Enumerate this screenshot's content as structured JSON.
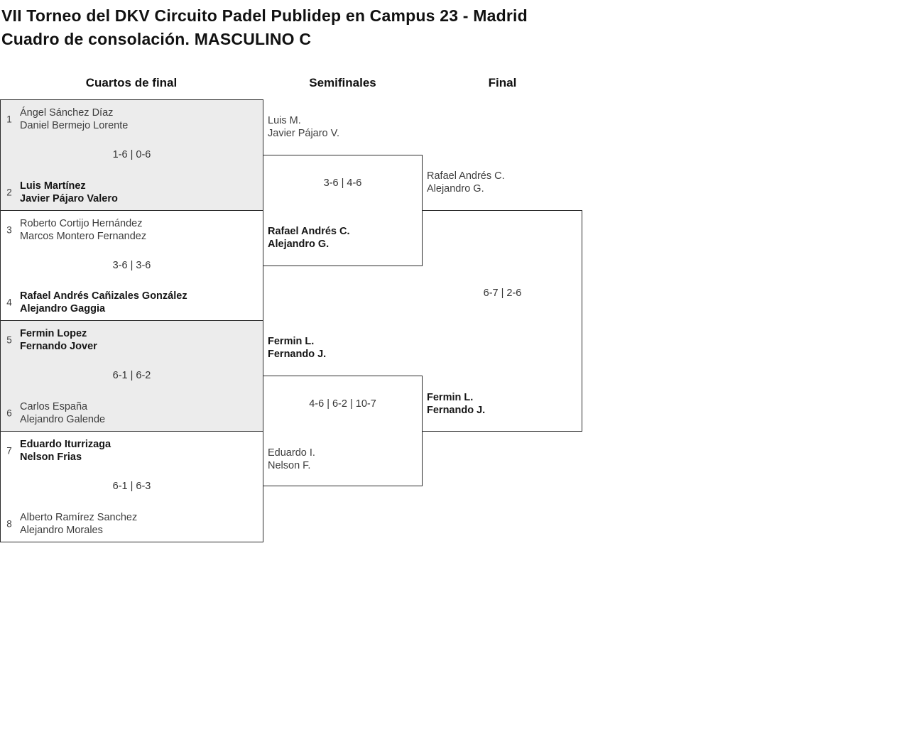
{
  "page": {
    "title_line1": "VII Torneo del DKV Circuito Padel Publidep en Campus 23 - Madrid",
    "title_line2": "Cuadro de consolación. MASCULINO C"
  },
  "round_headers": {
    "quarterfinals": "Cuartos de final",
    "semifinals": "Semifinales",
    "final": "Final"
  },
  "quarterfinals": [
    {
      "seed_top": "1",
      "top_player1": "Ángel Sánchez Díaz",
      "top_player2": "Daniel Bermejo Lorente",
      "score": "1-6 | 0-6",
      "seed_bottom": "2",
      "bottom_player1": "Luis Martínez",
      "bottom_player2": "Javier Pájaro Valero",
      "winner": "bottom",
      "shaded": true
    },
    {
      "seed_top": "3",
      "top_player1": "Roberto Cortijo Hernández",
      "top_player2": "Marcos Montero Fernandez",
      "score": "3-6 | 3-6",
      "seed_bottom": "4",
      "bottom_player1": "Rafael Andrés Cañizales González",
      "bottom_player2": "Alejandro Gaggia",
      "winner": "bottom",
      "shaded": false
    },
    {
      "seed_top": "5",
      "top_player1": "Fermin Lopez",
      "top_player2": "Fernando Jover",
      "score": "6-1 | 6-2",
      "seed_bottom": "6",
      "bottom_player1": "Carlos España",
      "bottom_player2": "Alejandro Galende",
      "winner": "top",
      "shaded": true
    },
    {
      "seed_top": "7",
      "top_player1": "Eduardo Iturrizaga",
      "top_player2": "Nelson Frias",
      "score": "6-1 | 6-3",
      "seed_bottom": "8",
      "bottom_player1": "Alberto Ramírez Sanchez",
      "bottom_player2": "Alejandro Morales",
      "winner": "top",
      "shaded": false
    }
  ],
  "semifinals": [
    {
      "top_player1": "Luis M.",
      "top_player2": "Javier Pájaro V.",
      "score": "3-6 | 4-6",
      "bottom_player1": "Rafael Andrés C.",
      "bottom_player2": "Alejandro G.",
      "winner": "bottom"
    },
    {
      "top_player1": "Fermin L.",
      "top_player2": "Fernando J.",
      "score": "4-6 | 6-2 | 10-7",
      "bottom_player1": "Eduardo I.",
      "bottom_player2": "Nelson F.",
      "winner": "top"
    }
  ],
  "final": {
    "top_player1": "Rafael Andrés C.",
    "top_player2": "Alejandro G.",
    "score": "6-7 | 2-6",
    "bottom_player1": "Fermin L.",
    "bottom_player2": "Fernando J.",
    "winner": "bottom"
  },
  "colors": {
    "border": "#2b2b2b",
    "shaded_block_bg": "#ececec",
    "winner_text": "#161616",
    "regular_text": "#3d3d3d"
  }
}
